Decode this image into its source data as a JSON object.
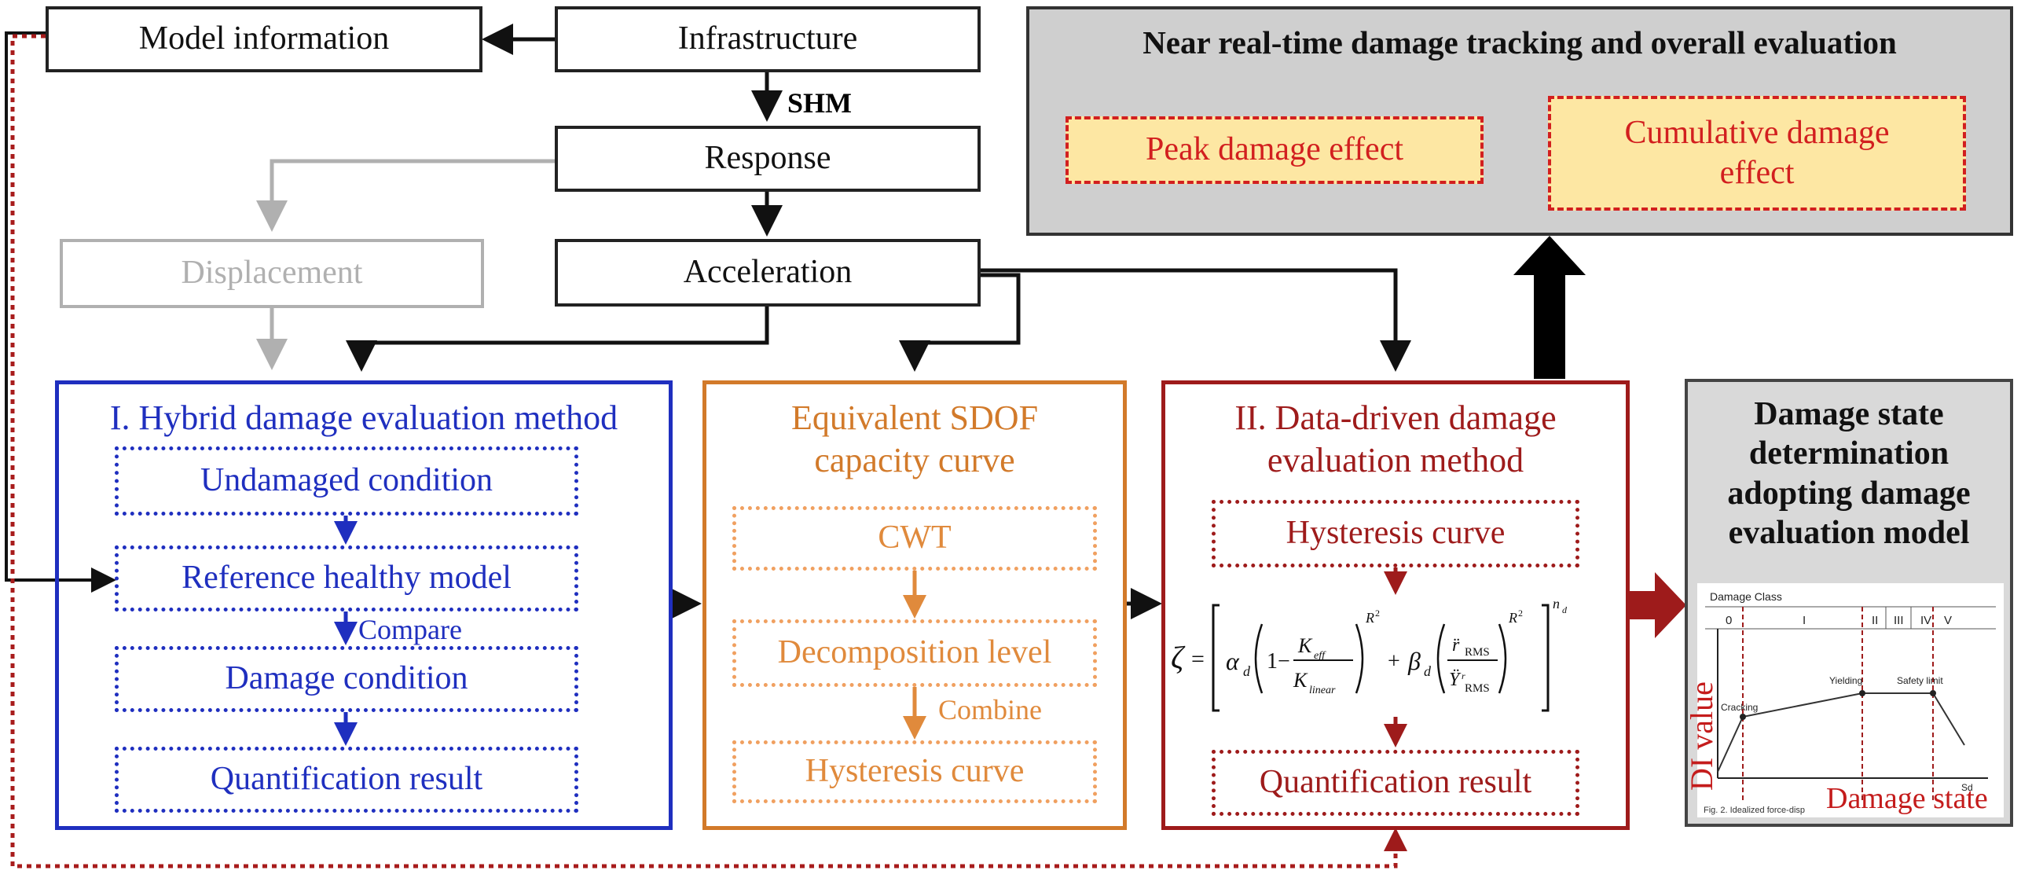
{
  "top_flow": {
    "model_info": "Model information",
    "infrastructure": "Infrastructure",
    "shm": "SHM",
    "response": "Response",
    "displacement": "Displacement",
    "acceleration": "Acceleration"
  },
  "panel1": {
    "title": "I. Hybrid damage evaluation method",
    "steps": [
      "Undamaged condition",
      "Reference healthy model",
      "Damage condition",
      "Quantification result"
    ],
    "compare_label": "Compare"
  },
  "panel_sdof": {
    "title_line1": "Equivalent SDOF",
    "title_line2": "capacity curve",
    "steps": [
      "CWT",
      "Decomposition level",
      "Hysteresis curve"
    ],
    "combine_label": "Combine"
  },
  "panel2": {
    "title_line1": "II. Data-driven damage",
    "title_line2": "evaluation method",
    "steps": [
      "Hysteresis curve",
      "Quantification result"
    ]
  },
  "evaluation": {
    "title": "Near real-time damage tracking and overall evaluation",
    "peak": "Peak damage effect",
    "cumulative_line1": "Cumulative damage",
    "cumulative_line2": "effect"
  },
  "damage_state": {
    "title_lines": [
      "Damage state",
      "determination",
      "adopting damage",
      "evaluation model"
    ],
    "chart_class_label": "Damage Class",
    "classes": [
      "0",
      "I",
      "II",
      "III",
      "IV",
      "V"
    ],
    "points": [
      "Cracking",
      "Yielding",
      "Safety limit"
    ],
    "y_label": "DI value",
    "x_label": "Damage state",
    "x_axis_small": "Sd",
    "caption": "Fig. 2. Idealized force-disp"
  },
  "colors": {
    "blue": "#1f2fbf",
    "orange": "#d27a2a",
    "red": "#9e1b1b",
    "yellow_fill": "#fde7a3"
  }
}
